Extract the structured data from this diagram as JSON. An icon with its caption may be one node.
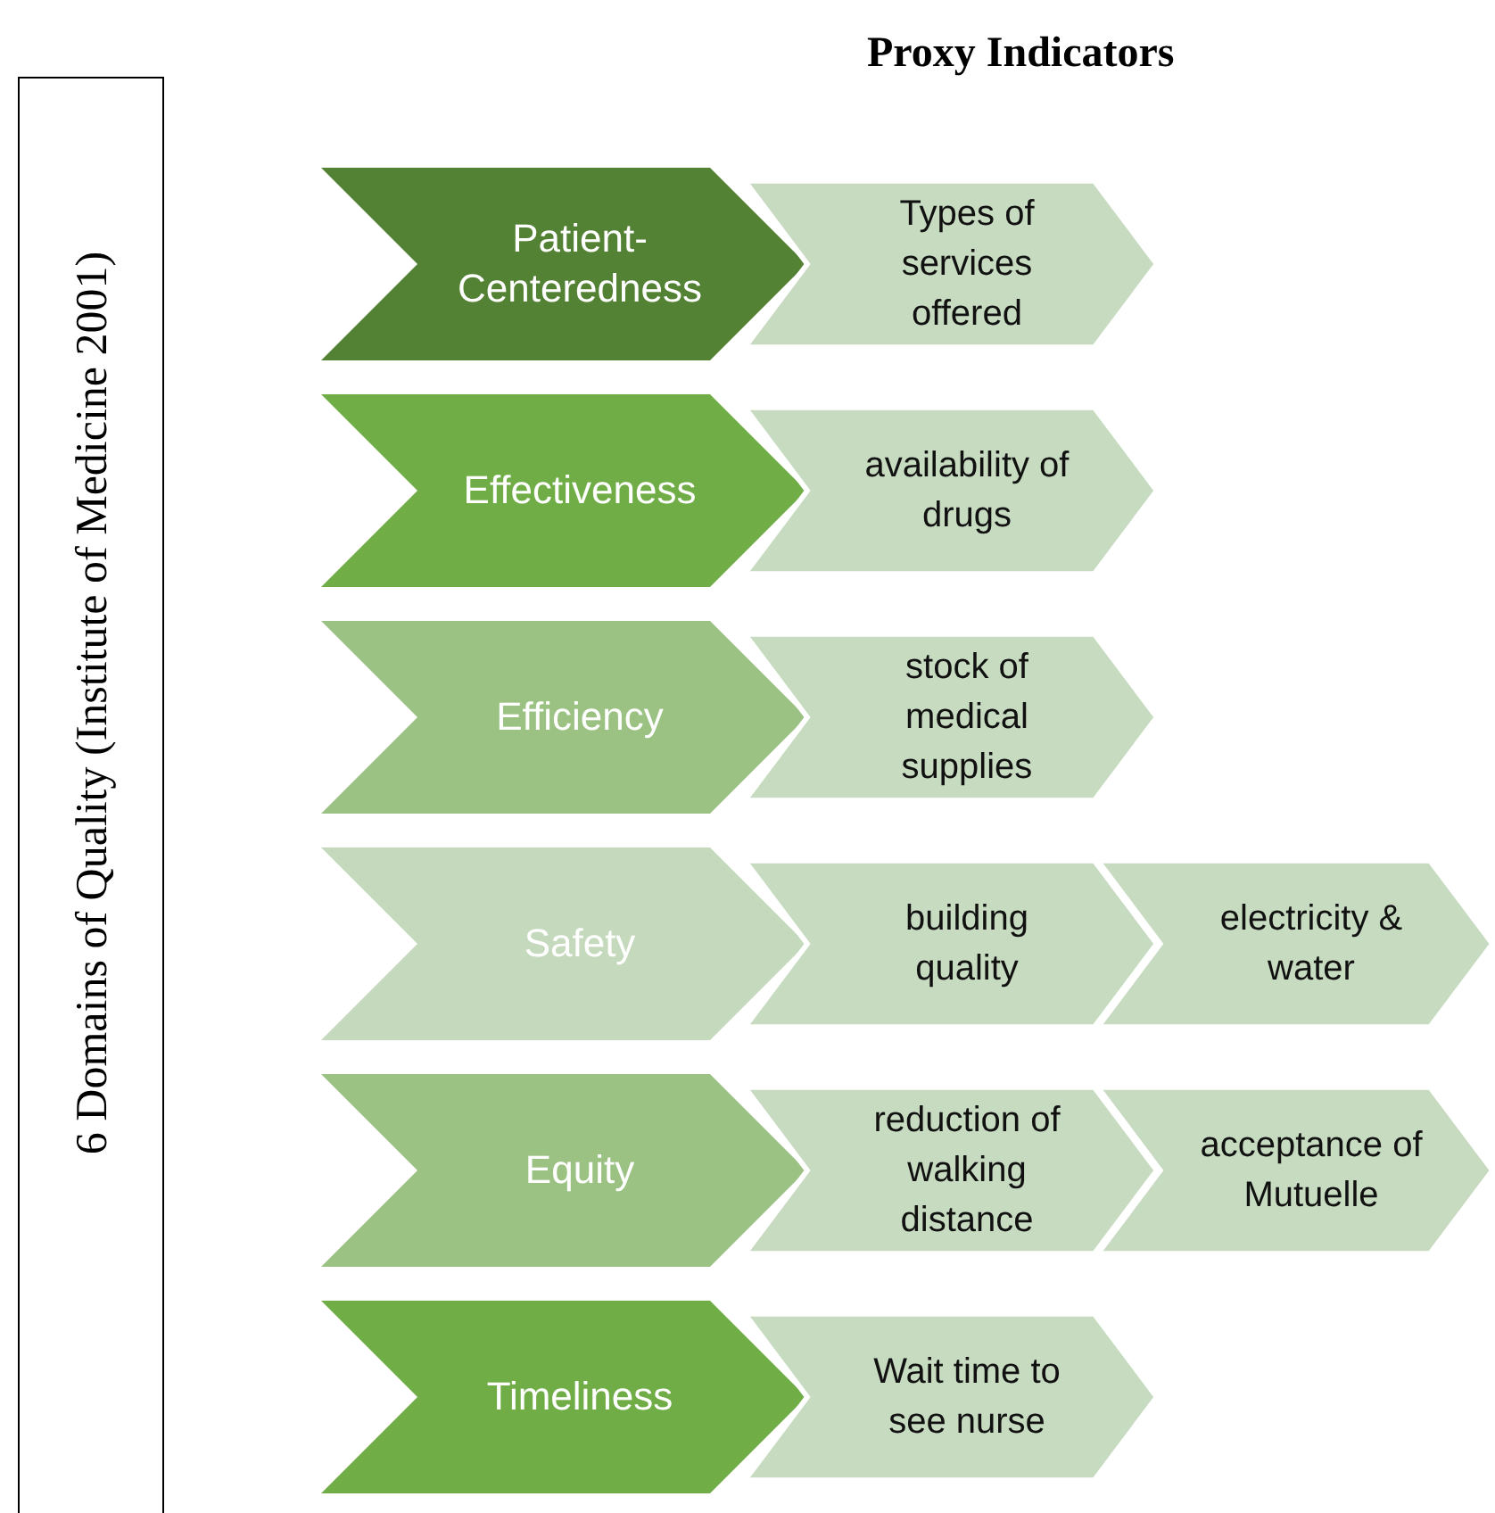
{
  "diagram": {
    "title": "Proxy Indicators",
    "nodes": [
      {
        "text": [
          "6 Domains of Quality (Institute of Medicine 2001)"
        ]
      },
      {
        "text": [
          "Patient-Centeredness"
        ]
      },
      {
        "text": [
          "Types of services offered"
        ]
      },
      {
        "text": [
          "Effectiveness"
        ]
      },
      {
        "text": [
          "availability of drugs"
        ]
      },
      {
        "text": [
          "Efficiency"
        ]
      },
      {
        "text": [
          "stock of medical supplies"
        ]
      },
      {
        "text": [
          "Safety"
        ]
      },
      {
        "text": [
          "building quality"
        ]
      },
      {
        "text": [
          "electricity & water"
        ]
      },
      {
        "text": [
          "Equity"
        ]
      },
      {
        "text": [
          "reduction of walking distance"
        ]
      },
      {
        "text": [
          "acceptance of Mutuelle"
        ]
      },
      {
        "text": [
          "Timeliness"
        ]
      },
      {
        "text": [
          "Wait time to see nurse"
        ]
      }
    ]
  }
}
